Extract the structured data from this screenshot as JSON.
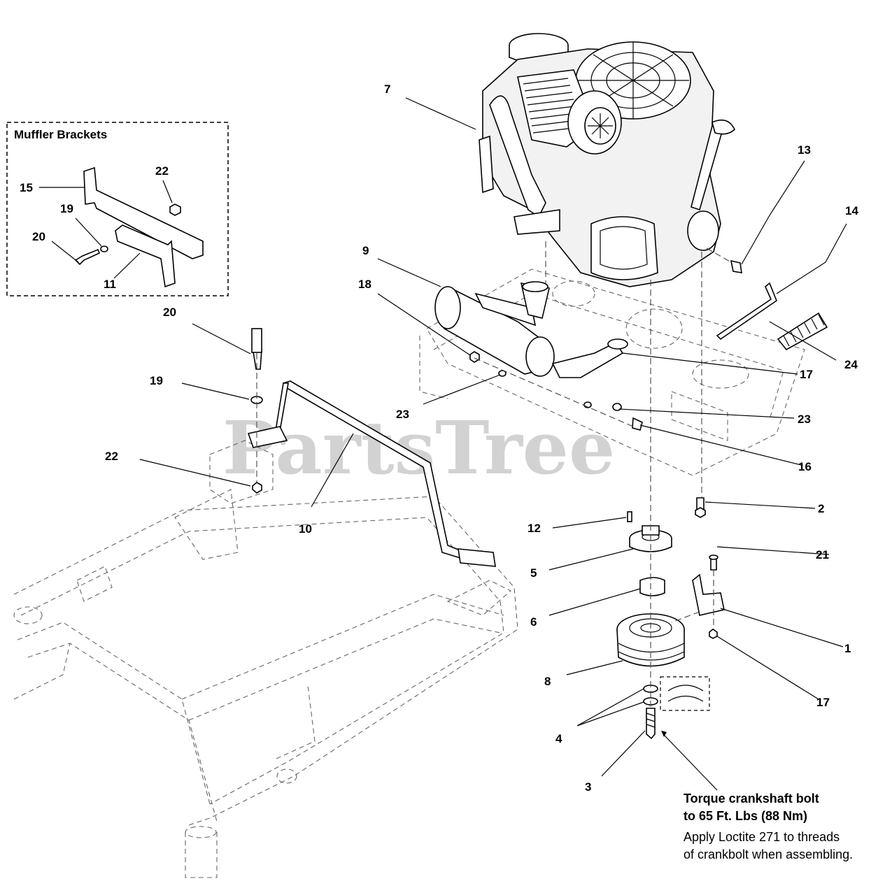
{
  "watermark": "PartsTree",
  "inset": {
    "title": "Muffler Brackets"
  },
  "callouts": {
    "c1": "1",
    "c2": "2",
    "c3": "3",
    "c4": "4",
    "c5": "5",
    "c6": "6",
    "c7": "7",
    "c8": "8",
    "c9": "9",
    "c10": "10",
    "c11": "11",
    "c12": "12",
    "c13": "13",
    "c14": "14",
    "c15": "15",
    "c16": "16",
    "c17a": "17",
    "c17b": "17",
    "c18": "18",
    "c19a": "19",
    "c19b": "19",
    "c20a": "20",
    "c20b": "20",
    "c21": "21",
    "c22a": "22",
    "c22b": "22",
    "c23a": "23",
    "c23b": "23",
    "c24": "24"
  },
  "note": {
    "line1": "Torque crankshaft bolt",
    "line2": "to 65 Ft. Lbs (88 Nm)",
    "line3": "Apply Loctite 271 to threads",
    "line4": "of crankbolt when assembling."
  }
}
